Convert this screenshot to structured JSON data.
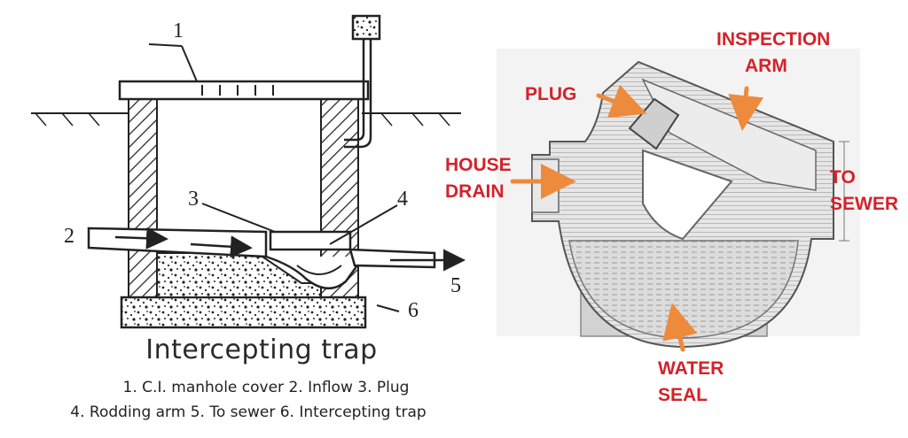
{
  "left_figure": {
    "numbers": [
      "1",
      "2",
      "3",
      "4",
      "5",
      "6"
    ],
    "title": "Intercepting trap",
    "legend_line1": "1. C.I. manhole cover 2. Inflow 3. Plug",
    "legend_line2": "4. Rodding arm 5. To sewer 6. Intercepting trap"
  },
  "right_figure": {
    "labels": {
      "inspection_line1": "INSPECTION",
      "inspection_line2": "ARM",
      "plug": "PLUG",
      "house_line1": "HOUSE",
      "house_line2": "DRAIN",
      "to_sewer_line1": "TO",
      "to_sewer_line2": "SEWER",
      "water_line1": "WATER",
      "water_line2": "SEAL"
    }
  },
  "colors": {
    "label_red": "#d4222a",
    "arrow_orange": "#ee8a3c",
    "ink": "#222222"
  }
}
